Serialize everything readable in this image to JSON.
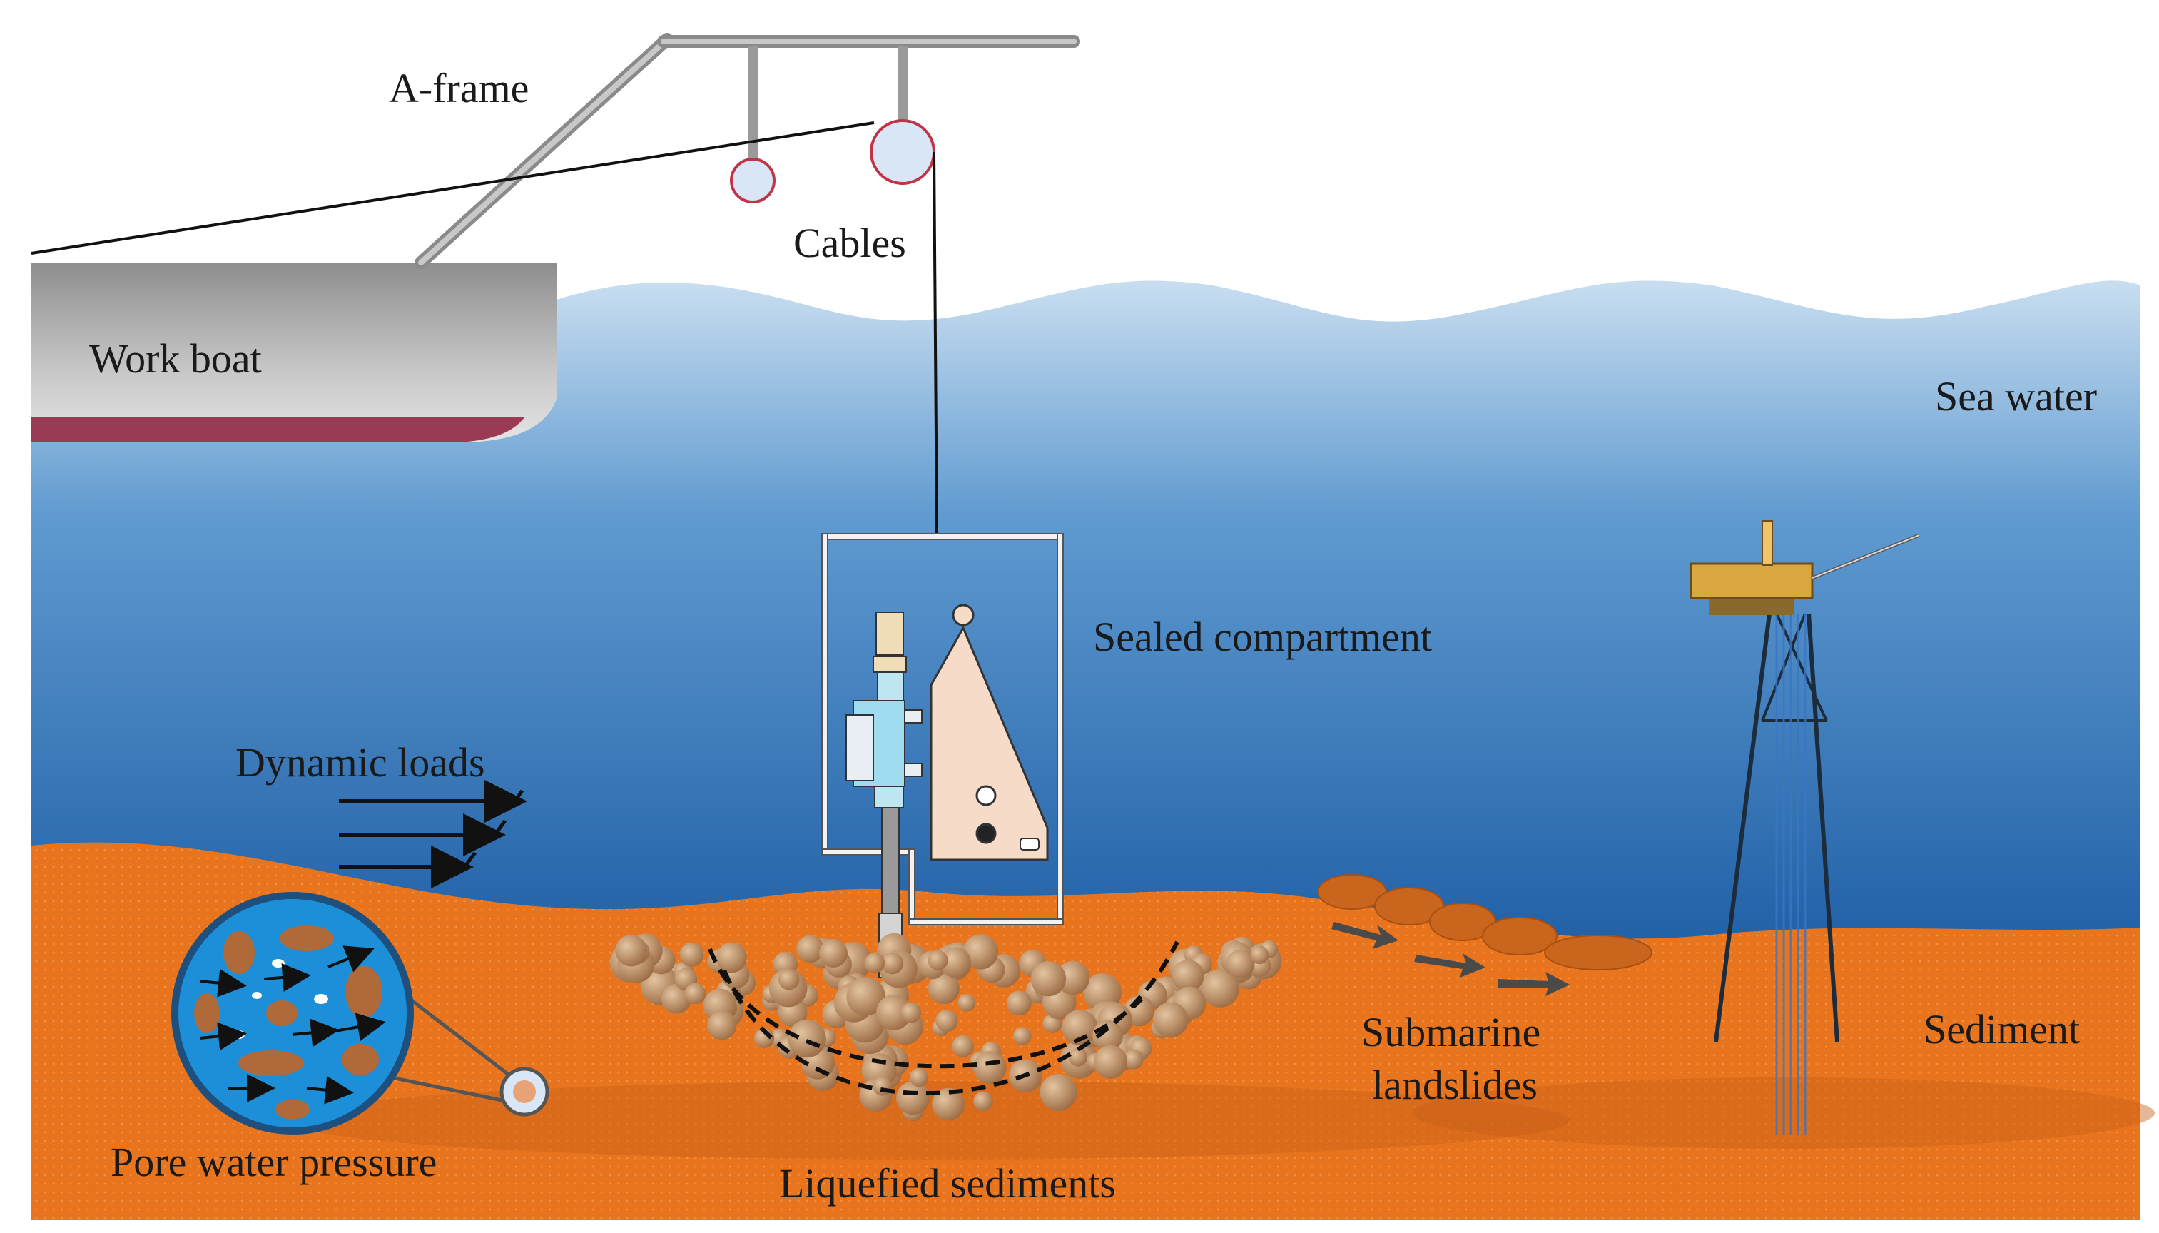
{
  "labels": {
    "a_frame": "A-frame",
    "cables": "Cables",
    "work_boat": "Work boat",
    "sea_water": "Sea water",
    "sealed_compartment": "Sealed compartment",
    "dynamic_loads": "Dynamic loads",
    "submarine_landslides_1": "Submarine",
    "submarine_landslides_2": "landslides",
    "sediment": "Sediment",
    "pore_water_pressure": "Pore water pressure",
    "liquefied_sediments": "Liquefied sediments"
  },
  "colors": {
    "sea_top": "#c9def0",
    "sea_bottom": "#1f5fa6",
    "sediment": "#e8751e",
    "boat_hull": "#a7a7a7",
    "boat_stripe": "#9b3a54",
    "frame": "#9a9a9a",
    "pulley_edge": "#c0344a",
    "pulley_fill": "#d8e6f5",
    "pellet": "#b88a62",
    "landslide": "#c9651c",
    "arrow": "#4a4a4a",
    "platform": "#d9a640"
  },
  "icons": {
    "pore_magnifier": "circle-lens-icon",
    "platform": "offshore-platform-icon",
    "probe": "penetrometer-probe-icon"
  }
}
